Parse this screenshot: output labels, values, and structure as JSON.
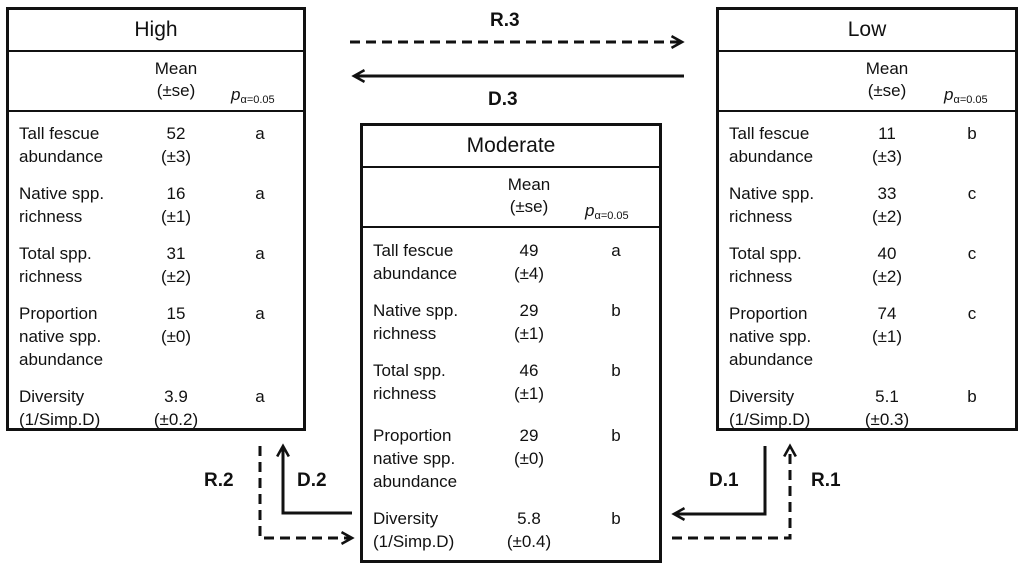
{
  "header": {
    "mean_line1": "Mean",
    "mean_line2": "(±se)",
    "p_symbol": "p",
    "p_subscript": "α=0.05"
  },
  "boxes": {
    "high": {
      "title": "High",
      "rows": [
        {
          "l1": "Tall fescue",
          "l2": "abundance",
          "l3": "",
          "mean": "52",
          "se": "(±3)",
          "sig": "a"
        },
        {
          "l1": "Native spp.",
          "l2": "richness",
          "l3": "",
          "mean": "16",
          "se": "(±1)",
          "sig": "a"
        },
        {
          "l1": "Total spp.",
          "l2": "richness",
          "l3": "",
          "mean": "31",
          "se": "(±2)",
          "sig": "a"
        },
        {
          "l1": "Proportion",
          "l2": "native spp.",
          "l3": "abundance",
          "mean": "15",
          "se": "(±0)",
          "sig": "a"
        },
        {
          "l1": "Diversity",
          "l2": "(1/Simp.D)",
          "l3": "",
          "mean": "3.9",
          "se": "(±0.2)",
          "sig": "a"
        }
      ]
    },
    "moderate": {
      "title": "Moderate",
      "rows": [
        {
          "l1": "Tall fescue",
          "l2": "abundance",
          "l3": "",
          "mean": "49",
          "se": "(±4)",
          "sig": "a"
        },
        {
          "l1": "Native spp.",
          "l2": "richness",
          "l3": "",
          "mean": "29",
          "se": "(±1)",
          "sig": "b"
        },
        {
          "l1": "Total spp.",
          "l2": "richness",
          "l3": "",
          "mean": "46",
          "se": "(±1)",
          "sig": "b"
        },
        {
          "l1": "Proportion",
          "l2": "native spp.",
          "l3": "abundance",
          "mean": "29",
          "se": "(±0)",
          "sig": "b"
        },
        {
          "l1": "Diversity",
          "l2": "(1/Simp.D)",
          "l3": "",
          "mean": "5.8",
          "se": "(±0.4)",
          "sig": "b"
        }
      ]
    },
    "low": {
      "title": "Low",
      "rows": [
        {
          "l1": "Tall fescue",
          "l2": "abundance",
          "l3": "",
          "mean": "11",
          "se": "(±3)",
          "sig": "b"
        },
        {
          "l1": "Native spp.",
          "l2": "richness",
          "l3": "",
          "mean": "33",
          "se": "(±2)",
          "sig": "c"
        },
        {
          "l1": "Total spp.",
          "l2": "richness",
          "l3": "",
          "mean": "40",
          "se": "(±2)",
          "sig": "c"
        },
        {
          "l1": "Proportion",
          "l2": "native spp.",
          "l3": "abundance",
          "mean": "74",
          "se": "(±1)",
          "sig": "c"
        },
        {
          "l1": "Diversity",
          "l2": "(1/Simp.D)",
          "l3": "",
          "mean": "5.1",
          "se": "(±0.3)",
          "sig": "b"
        }
      ]
    }
  },
  "arrows": {
    "r3": "R.3",
    "d3": "D.3",
    "r2": "R.2",
    "d2": "D.2",
    "d1": "D.1",
    "r1": "R.1"
  }
}
